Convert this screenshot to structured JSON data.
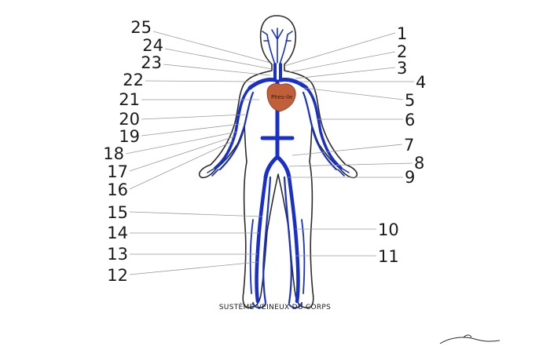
{
  "caption": "SUSTÈME VEINEUX DU CORPS",
  "heart_label": "Phes-ile",
  "colors": {
    "vein": "#1830c8",
    "heart": "#c0603a",
    "outline": "#2b2b2b",
    "leader": "#9a9a9a"
  },
  "labels_right": [
    "1",
    "2",
    "3",
    "4",
    "5",
    "6",
    "7",
    "8",
    "9",
    "10",
    "11"
  ],
  "labels_left": [
    "25",
    "24",
    "23",
    "22",
    "21",
    "20",
    "19",
    "18",
    "17",
    "16",
    "15",
    "14",
    "13",
    "12"
  ]
}
